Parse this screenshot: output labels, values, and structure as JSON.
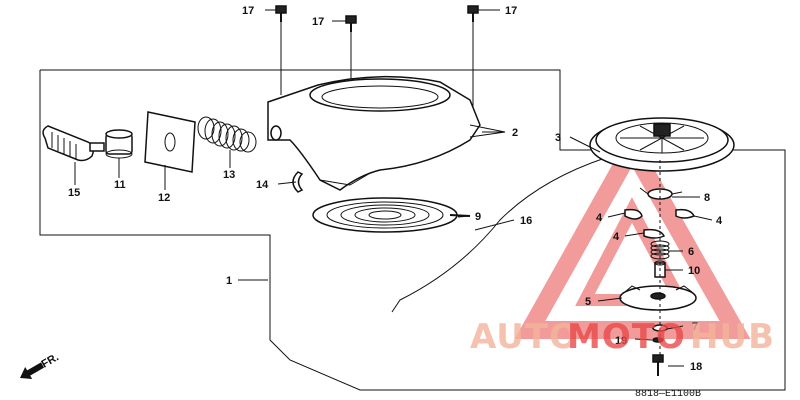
{
  "diagram": {
    "drawing_code": "8818—E1100B",
    "direction_label": "FR.",
    "watermark": {
      "part1": "AUTO",
      "part2": "MOTO",
      "part3": "HUB",
      "color_main": "#f2b49a",
      "color_mid": "#e94b4b"
    },
    "callouts": [
      {
        "id": "c1",
        "text": "1"
      },
      {
        "id": "c2",
        "text": "2"
      },
      {
        "id": "c3",
        "text": "3"
      },
      {
        "id": "c4a",
        "text": "4"
      },
      {
        "id": "c4b",
        "text": "4"
      },
      {
        "id": "c4c",
        "text": "4"
      },
      {
        "id": "c5",
        "text": "5"
      },
      {
        "id": "c6",
        "text": "6"
      },
      {
        "id": "c7",
        "text": "7"
      },
      {
        "id": "c8",
        "text": "8"
      },
      {
        "id": "c9",
        "text": "9"
      },
      {
        "id": "c10",
        "text": "10"
      },
      {
        "id": "c11",
        "text": "11"
      },
      {
        "id": "c12",
        "text": "12"
      },
      {
        "id": "c13",
        "text": "13"
      },
      {
        "id": "c14",
        "text": "14"
      },
      {
        "id": "c15",
        "text": "15"
      },
      {
        "id": "c16",
        "text": "16"
      },
      {
        "id": "c17a",
        "text": "17"
      },
      {
        "id": "c17b",
        "text": "17"
      },
      {
        "id": "c17c",
        "text": "17"
      },
      {
        "id": "c18",
        "text": "18"
      },
      {
        "id": "c19",
        "text": "19"
      }
    ]
  }
}
